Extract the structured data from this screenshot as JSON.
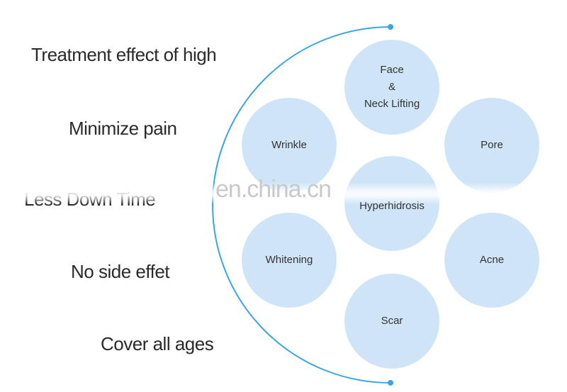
{
  "benefits": [
    "Treatment effect of high",
    "Minimize pain",
    "Less Down Time",
    "No side effet",
    "Cover all ages"
  ],
  "treatments": {
    "face_line1": "Face",
    "face_line2": "&",
    "face_line3": "Neck Lifting",
    "wrinkle": "Wrinkle",
    "pore": "Pore",
    "hyperhidrosis": "Hyperhidrosis",
    "whitening": "Whitening",
    "acne": "Acne",
    "scar": "Scar"
  },
  "watermark": "en.china.cn",
  "colors": {
    "arc": "#3aa5e0",
    "circle_fill": "#cfe5f7"
  }
}
